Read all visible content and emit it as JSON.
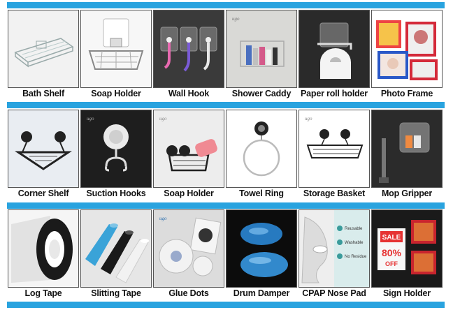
{
  "colors": {
    "band": "#29a3df",
    "border": "#555555",
    "label": "#111111"
  },
  "rows": [
    {
      "items": [
        {
          "label": "Bath Shelf",
          "icon": "bath-shelf-icon"
        },
        {
          "label": "Soap Holder",
          "icon": "soap-holder-icon"
        },
        {
          "label": "Wall Hook",
          "icon": "wall-hook-icon"
        },
        {
          "label": "Shower Caddy",
          "icon": "shower-caddy-icon"
        },
        {
          "label": "Paper roll holder",
          "icon": "paper-roll-holder-icon"
        },
        {
          "label": "Photo Frame",
          "icon": "photo-frame-icon"
        }
      ]
    },
    {
      "items": [
        {
          "label": "Corner Shelf",
          "icon": "corner-shelf-icon"
        },
        {
          "label": "Suction Hooks",
          "icon": "suction-hooks-icon"
        },
        {
          "label": "Soap Holder",
          "icon": "soap-holder-icon"
        },
        {
          "label": "Towel Ring",
          "icon": "towel-ring-icon"
        },
        {
          "label": "Storage Basket",
          "icon": "storage-basket-icon"
        },
        {
          "label": "Mop Gripper",
          "icon": "mop-gripper-icon"
        }
      ]
    },
    {
      "items": [
        {
          "label": "Log Tape",
          "icon": "log-tape-icon"
        },
        {
          "label": "Slitting Tape",
          "icon": "slitting-tape-icon"
        },
        {
          "label": "Glue Dots",
          "icon": "glue-dots-icon"
        },
        {
          "label": "Drum Damper",
          "icon": "drum-damper-icon"
        },
        {
          "label": "CPAP Nose Pad",
          "icon": "cpap-nose-pad-icon"
        },
        {
          "label": "Sign Holder",
          "icon": "sign-holder-icon"
        }
      ]
    }
  ],
  "image_text": {
    "brand": "ugo",
    "cpap_list": [
      "Reusable",
      "Washable",
      "No Residue"
    ],
    "sign_sale": "SALE",
    "sign_discount": "80%",
    "sign_off": "OFF"
  }
}
